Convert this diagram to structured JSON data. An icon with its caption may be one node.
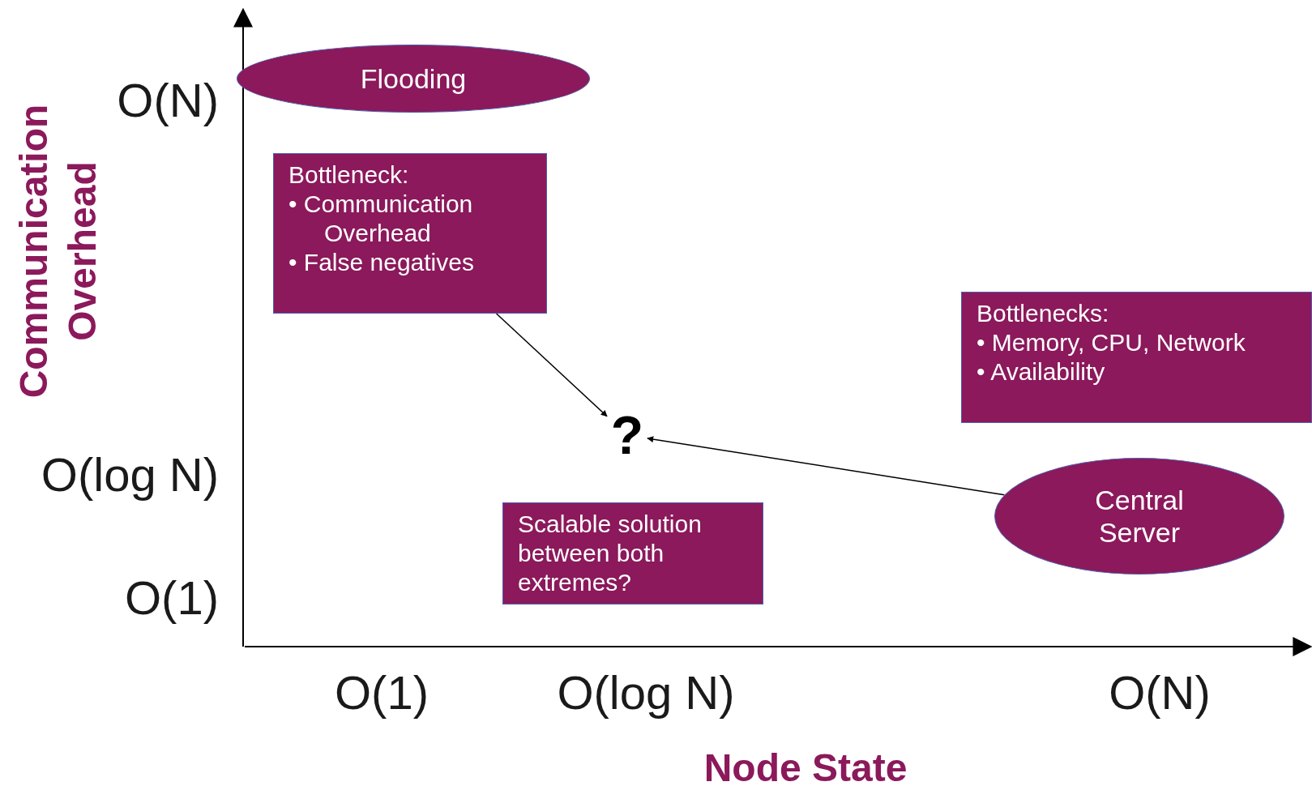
{
  "diagram": {
    "nodes": [
      {
        "text": [
          "Flooding"
        ]
      },
      {
        "text": [
          "Bottleneck:",
          "• Communication Overhead",
          "• False negatives"
        ]
      },
      {
        "text": [
          "Bottlenecks:",
          "• Memory, CPU, Network",
          "• Availability"
        ]
      },
      {
        "text": [
          "?"
        ]
      },
      {
        "text": [
          "Central Server"
        ]
      },
      {
        "text": [
          "Scalable solution between both extremes?"
        ]
      }
    ],
    "edges": [
      {
        "from": 1,
        "to": 3,
        "arrow": "to"
      },
      {
        "from": 4,
        "to": 3,
        "arrow": "to"
      }
    ],
    "labels": [
      "O(N)",
      "O(log N)",
      "O(1)",
      "Communication Overhead",
      "O(1)",
      "O(log N)",
      "O(N)",
      "Node State"
    ]
  }
}
